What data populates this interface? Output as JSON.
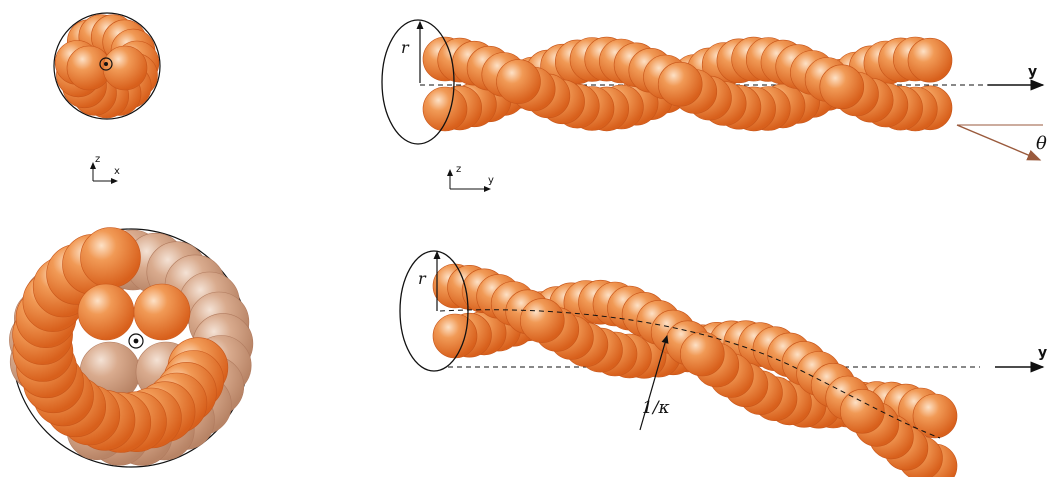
{
  "labels": {
    "radius_top": "r",
    "radius_bottom": "r",
    "y_axis_top": "y",
    "y_axis_bottom": "y",
    "theta": "θ",
    "curvature": "1/κ",
    "frame_xz": {
      "up": "z",
      "right": "x"
    },
    "frame_yz": {
      "up": "z",
      "right": "y"
    }
  },
  "colors": {
    "bead_front": "#e8732a",
    "bead_highlight": "#fbd0a6",
    "bead_back": "#c9967a",
    "theta_arrow": "#9a5a3c",
    "line": "#111111"
  }
}
